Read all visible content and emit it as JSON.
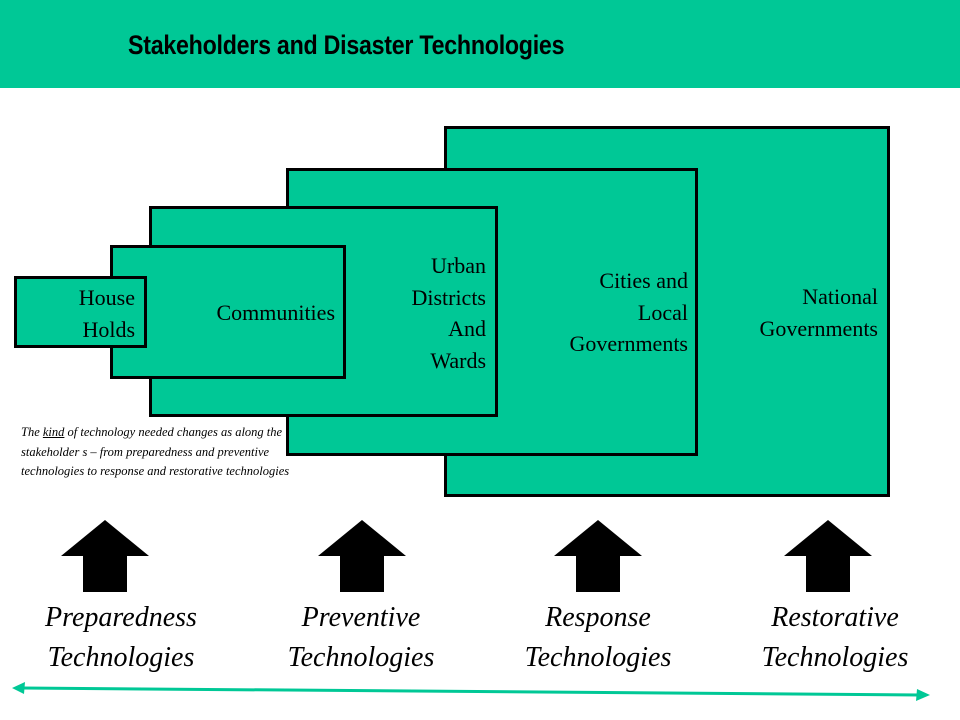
{
  "slide": {
    "title": "Stakeholders and Disaster Technologies"
  },
  "stakeholders": [
    {
      "label": "National\nGovernments"
    },
    {
      "label": "Cities and\nLocal\nGovernments"
    },
    {
      "label": "Urban\nDistricts\nAnd\nWards"
    },
    {
      "label": "Communities"
    },
    {
      "label": "House\nHolds"
    }
  ],
  "note": {
    "prefix": "The ",
    "emphasis": "kind",
    "suffix": " of technology needed changes as along the stakeholder s – from preparedness and preventive technologies to response and restorative technologies"
  },
  "technologies": [
    {
      "label": "Preparedness\nTechnologies"
    },
    {
      "label": "Preventive\nTechnologies"
    },
    {
      "label": "Response\nTechnologies"
    },
    {
      "label": "Restorative\nTechnologies"
    }
  ],
  "colors": {
    "accent": "#00C896",
    "outline": "#000000",
    "timeline": "#00C896"
  },
  "icons": {
    "stage_arrow": "up-arrow-icon",
    "timeline": "double-headed-arrow-icon"
  }
}
